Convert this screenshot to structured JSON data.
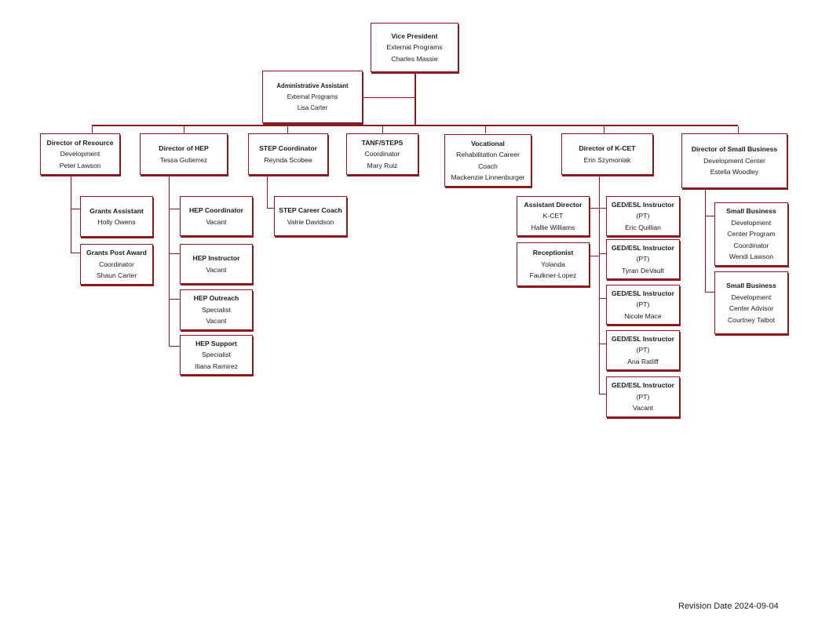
{
  "theme": {
    "line_color": "#8b1a1f",
    "box_border": "#8b1a1f",
    "background": "#ffffff"
  },
  "nodes": {
    "vp": {
      "title": "Vice President",
      "lines": [
        "External Programs",
        "Charles Massie"
      ]
    },
    "admin": {
      "title": "Administrative Assistant",
      "lines": [
        "External Programs",
        "Lisa Carter"
      ]
    },
    "resdev": {
      "title": "Director of Resource",
      "lines": [
        "Development",
        "Peter Lawson"
      ]
    },
    "grants_asst": {
      "title": "Grants Assistant",
      "lines": [
        "Holly Owens"
      ]
    },
    "grants_post": {
      "title": "Grants Post Award",
      "lines": [
        "Coordinator",
        "Shaun Carter"
      ]
    },
    "hep_dir": {
      "title": "Director of HEP",
      "lines": [
        "Tessa Gutierrez"
      ]
    },
    "hep_coord": {
      "title": "HEP Coordinator",
      "lines": [
        "Vacant"
      ]
    },
    "hep_instr": {
      "title": "HEP Instructor",
      "lines": [
        "Vacant"
      ]
    },
    "hep_outreach": {
      "title": "HEP Outreach",
      "lines": [
        "Specialist",
        "Vacant"
      ]
    },
    "hep_support": {
      "title": "HEP Support",
      "lines": [
        "Specialist",
        "Iliana Ramirez"
      ]
    },
    "step_coord": {
      "title": "STEP Coordinator",
      "lines": [
        "Reynda Scobee"
      ]
    },
    "step_coach": {
      "title": "STEP Career Coach",
      "lines": [
        "Valrie Davidson"
      ]
    },
    "tanf": {
      "title": "TANF/STEPS",
      "lines": [
        "Coordinator",
        "Mary Ruiz"
      ]
    },
    "voc": {
      "title": "Vocational",
      "lines": [
        "Rehabilitation Career",
        "Coach",
        "Mackenzie Linnenburger"
      ]
    },
    "kcet_dir": {
      "title": "Director of K-CET",
      "lines": [
        "Erin Szymoniak"
      ]
    },
    "asst_dir": {
      "title": "Assistant Director",
      "lines": [
        "K-CET",
        "Hallie Williams"
      ]
    },
    "reception": {
      "title": "Receptionist",
      "lines": [
        "Yolanda",
        "Faulkner-Lopez"
      ]
    },
    "ged1": {
      "title": "GED/ESL Instructor",
      "lines": [
        "(PT)",
        "Eric Quillian"
      ]
    },
    "ged2": {
      "title": "GED/ESL Instructor",
      "lines": [
        "(PT)",
        "Tyran DeVault"
      ]
    },
    "ged3": {
      "title": "GED/ESL Instructor",
      "lines": [
        "(PT)",
        "Nicole Mace"
      ]
    },
    "ged4": {
      "title": "GED/ESL Instructor",
      "lines": [
        "(PT)",
        "Ana Ratliff"
      ]
    },
    "ged5": {
      "title": "GED/ESL Instructor",
      "lines": [
        "(PT)",
        "Vacant"
      ]
    },
    "sbdc_dir": {
      "title": "Director of Small Business",
      "lines": [
        "Development Center",
        "Estella Woodley"
      ]
    },
    "sbdc_prog": {
      "title": "Small Business",
      "lines": [
        "Development",
        "Center Program",
        "Coordinator",
        "Wendi Lawson"
      ]
    },
    "sbdc_adv": {
      "title": "Small Business",
      "lines": [
        "Development",
        "Center Advisor",
        "Courtney Talbot"
      ]
    }
  },
  "footer": {
    "revision": "Revision Date 2024-09-04"
  }
}
